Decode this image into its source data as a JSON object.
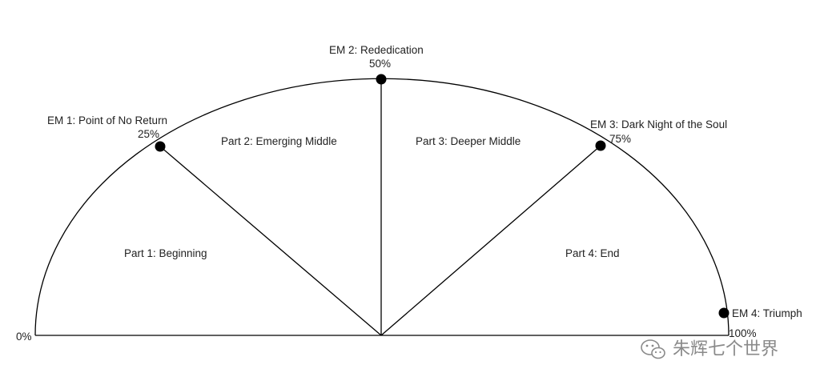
{
  "diagram": {
    "axis_start_label": "0%",
    "axis_end_label": "100%",
    "parts": [
      {
        "label": "Part 1: Beginning"
      },
      {
        "label": "Part 2: Emerging Middle"
      },
      {
        "label": "Part 3: Deeper Middle"
      },
      {
        "label": "Part 4: End"
      }
    ],
    "milestones": [
      {
        "title": "EM 1: Point of No Return",
        "percent": "25%"
      },
      {
        "title": "EM 2: Rededication",
        "percent": "50%"
      },
      {
        "title": "EM 3: Dark Night of the Soul",
        "percent": "75%"
      },
      {
        "title": "EM 4: Triumph",
        "percent": ""
      }
    ]
  },
  "watermark": {
    "text": "朱辉七个世界",
    "icon": "wechat-icon"
  },
  "colors": {
    "line": "#000000",
    "dot": "#000000",
    "text": "#222222",
    "watermark": "#8a8a8a"
  }
}
